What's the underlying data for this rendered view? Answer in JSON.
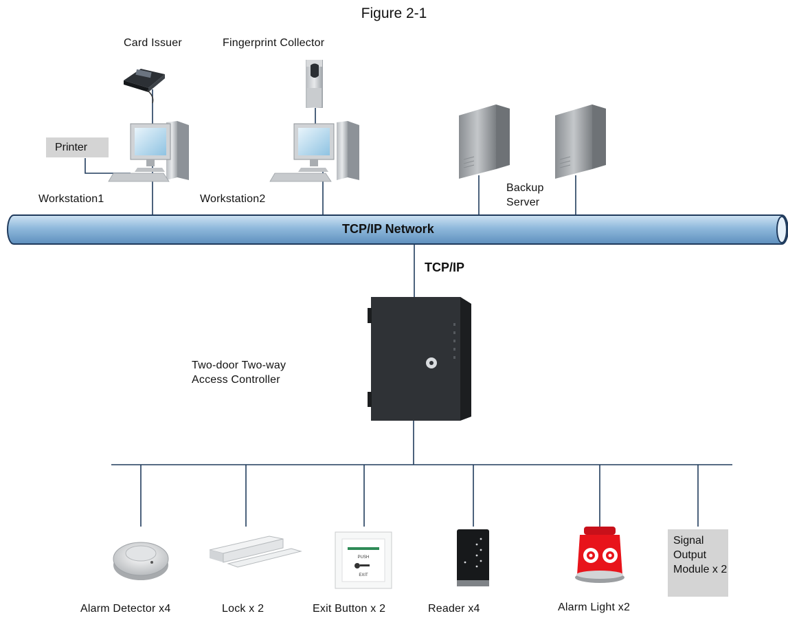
{
  "figure": {
    "title": "Figure 2-1"
  },
  "labels": {
    "card_issuer": "Card Issuer",
    "fingerprint_collector": "Fingerprint Collector",
    "printer": "Printer",
    "workstation1": "Workstation1",
    "workstation2": "Workstation2",
    "backup_server": "Backup Server",
    "network": "TCP/IP Network",
    "tcpip": "TCP/IP",
    "controller": "Two-door Two-way Access Controller",
    "alarm_detector": "Alarm Detector x4",
    "lock": "Lock x 2",
    "exit_button": "Exit Button x 2",
    "reader": "Reader x4",
    "alarm_light": "Alarm Light x2",
    "signal_output": "Signal Output Module x 2"
  },
  "device_text": {
    "exit_button_face_top": "PUSH",
    "exit_button_face_bottom": "EXIT"
  },
  "colors": {
    "network_fill": "#8fb9dc",
    "line": "#1f3a5c",
    "gray_box": "#d4d4d4",
    "alarm_red": "#e8141b"
  }
}
